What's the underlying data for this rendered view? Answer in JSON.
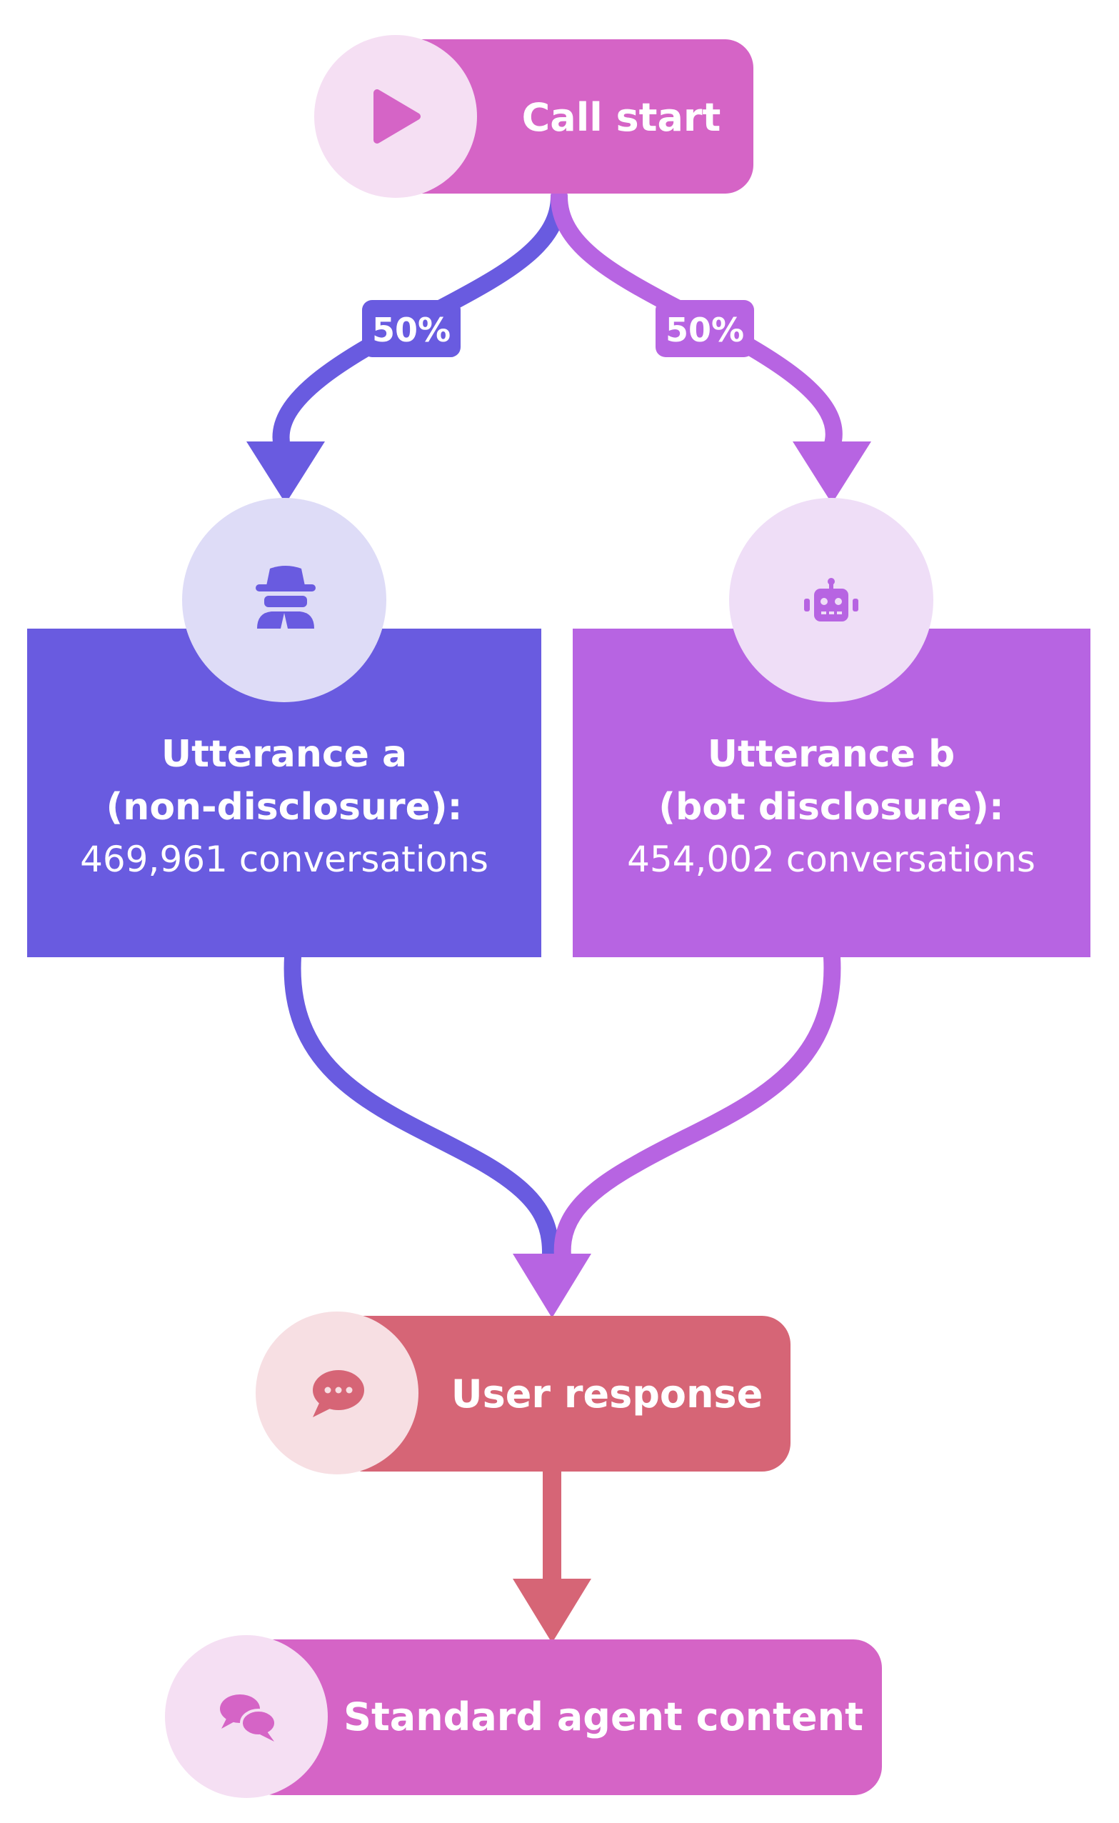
{
  "colors": {
    "magenta": "#d564c6",
    "indigo": "#695be0",
    "violet": "#b764e2",
    "rose": "#d66576",
    "circle_pink": "#f5dff3",
    "circle_indigo": "#dedcf7",
    "circle_violet": "#efdef7",
    "circle_rose": "#f7dfe3"
  },
  "call_start": {
    "label": "Call start",
    "icon": "play-icon"
  },
  "branches": {
    "left_pct": "50%",
    "right_pct": "50%"
  },
  "utterance_a": {
    "title_line1": "Utterance a",
    "title_line2": "(non-disclosure):",
    "count": "469,961 conversations",
    "icon": "spy-icon"
  },
  "utterance_b": {
    "title_line1": "Utterance b",
    "title_line2": "(bot disclosure):",
    "count": "454,002 conversations",
    "icon": "robot-icon"
  },
  "user_response": {
    "label": "User response",
    "icon": "comment-dots-icon"
  },
  "standard_agent": {
    "label": "Standard agent content",
    "icon": "comments-icon"
  }
}
